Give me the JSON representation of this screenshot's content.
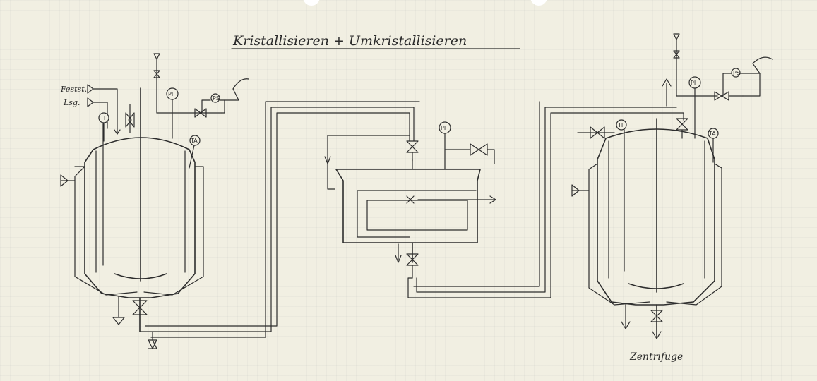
{
  "title": "Kristallisieren + Umkristallisieren",
  "labels": {
    "feed_solid": "Festst.",
    "feed_solution": "Lsg.",
    "centrifuge": "Zentrifuge"
  },
  "instrument_tags": {
    "pressure": "PI",
    "temperature": "TI",
    "temperature_alarm": "TA",
    "pressure_switch": "PS"
  }
}
